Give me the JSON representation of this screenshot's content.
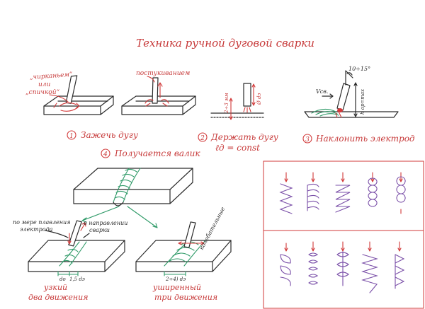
{
  "title": "Техника ручной дуговой сварки",
  "step1": {
    "callout_left_1": "„чирканьем“",
    "callout_left_2": "или",
    "callout_left_3": "„спичкой“",
    "callout_right": "постукиванием",
    "num": "1",
    "caption": "Зажечь дугу"
  },
  "step2": {
    "dim_arc": "2÷3 мм",
    "dim_d": "Ø dэ",
    "num": "2",
    "caption": "Держать дугу",
    "formula": "ℓд = const"
  },
  "step3": {
    "angle": "10÷15°",
    "speed": "Vсв.",
    "height": "h ор=max",
    "num": "3",
    "caption": "Наклонить электрод"
  },
  "step4": {
    "num": "4",
    "caption": "Получается валик"
  },
  "narrow": {
    "label_left_1": "по мере плавления",
    "label_left_2": "электрода",
    "label_right_1": "в направлении",
    "label_right_2": "сварки",
    "dim_a": "do",
    "dim_b": "1,5 dэ",
    "caption_1": "узкий",
    "caption_2": "два движения"
  },
  "wide": {
    "label_osc": "колебательные",
    "dim": "2÷4) dэ",
    "caption_1": "уширенный",
    "caption_2": "три движения"
  },
  "colors": {
    "ink": "#2b2b2b",
    "red": "#d23a3a",
    "green": "#2f9a68",
    "purple": "#7a4fa8",
    "panel_border": "#d23a3a"
  }
}
